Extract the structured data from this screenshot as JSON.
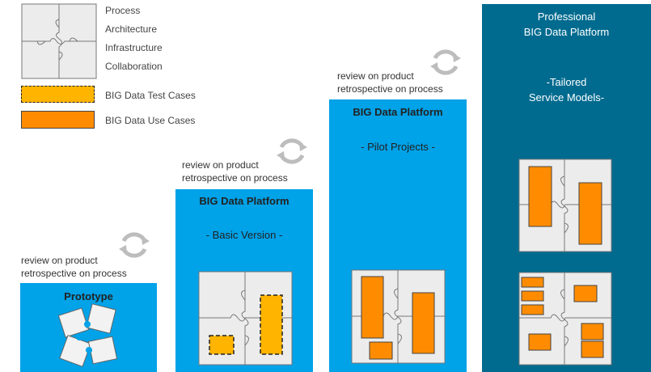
{
  "legend": {
    "puzzle_labels": [
      "Process",
      "Architecture",
      "Infrastructure",
      "Collaboration"
    ],
    "test_cases_label": "BIG Data Test Cases",
    "use_cases_label": "BIG Data Use Cases"
  },
  "stages": {
    "prototype": {
      "review_line1": "review on product",
      "review_line2": "retrospective on process",
      "title": "Prototype"
    },
    "basic": {
      "review_line1": "review on product",
      "review_line2": "retrospective on process",
      "title": "BIG Data Platform",
      "subtitle": "- Basic Version -"
    },
    "pilot": {
      "review_line1": "review on product",
      "review_line2": "retrospective on process",
      "title": "BIG Data Platform",
      "subtitle": "- Pilot Projects -"
    },
    "professional": {
      "title_line1": "Professional",
      "title_line2": "BIG Data Platform",
      "subtitle_line1": "-Tailored",
      "subtitle_line2": "Service Models-"
    }
  },
  "colors": {
    "light_blue": "#00a2e8",
    "dark_teal": "#006b8f",
    "orange": "#ff8c00",
    "test_orange": "#ffb400",
    "puzzle_fill": "#eeeeee",
    "cycle_gray": "#bdbdbd"
  }
}
